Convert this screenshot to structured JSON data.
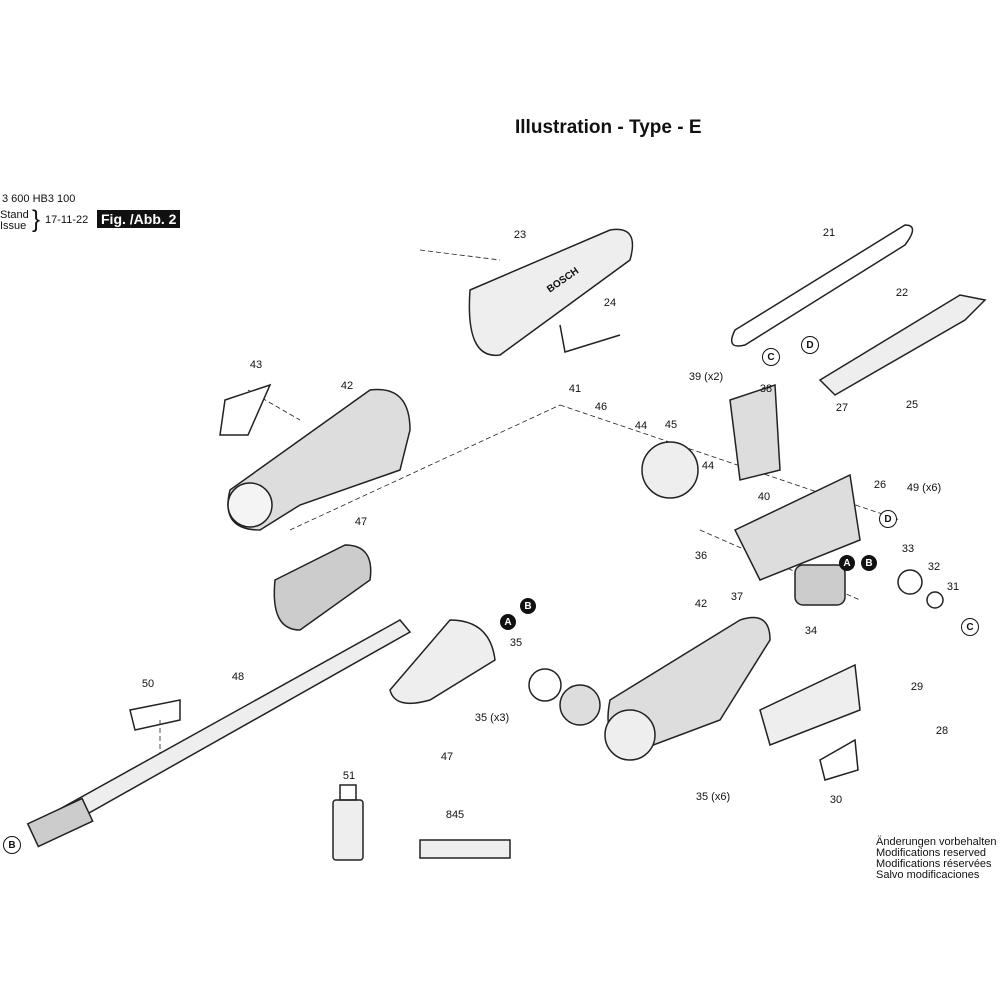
{
  "title": "Illustration - Type - E",
  "header": {
    "part_number": "3 600 HB3 100",
    "stand": "Stand",
    "issue": "Issue",
    "date": "17-11-22",
    "figure": "Fig. /Abb. 2"
  },
  "callouts": [
    "23",
    "24",
    "21",
    "22",
    "43",
    "42",
    "41",
    "46",
    "44",
    "45",
    "39 (x2)",
    "38",
    "27",
    "25",
    "44",
    "40",
    "26",
    "49 (x6)",
    "47",
    "36",
    "33",
    "32",
    "31",
    "37",
    "34",
    "35",
    "42",
    "29",
    "50",
    "48",
    "35 (x3)",
    "28",
    "47",
    "35 (x6)",
    "30",
    "51",
    "845"
  ],
  "markers": [
    "C",
    "D",
    "D",
    "A",
    "B",
    "A",
    "B",
    "C",
    "B"
  ],
  "brand": "BOSCH",
  "notes": [
    "Änderungen vorbehalten",
    "Modifications reserved",
    "Modifications réservées",
    "Salvo modificaciones"
  ]
}
